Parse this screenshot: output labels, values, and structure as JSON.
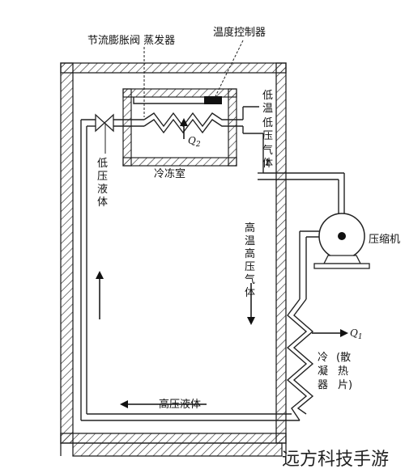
{
  "labels": {
    "throttle_evaporator": "节流膨胀阀 蒸发器",
    "temp_controller": "温度控制器",
    "low_temp_low_pressure_gas": [
      "低",
      "温",
      "低",
      "压",
      "气",
      "体"
    ],
    "low_pressure_liquid": [
      "低",
      "压",
      "液",
      "体"
    ],
    "q2": "Q",
    "q2_sub": "2",
    "freezer": "冷冻室",
    "high_temp_high_pressure_gas": [
      "高",
      "温",
      "高",
      "压",
      "气",
      "体"
    ],
    "compressor": "压缩机",
    "q1": "Q",
    "q1_sub": "1",
    "heat_dissipation": [
      "(散",
      "热",
      "片)"
    ],
    "condenser": [
      "冷",
      "凝",
      "器"
    ],
    "high_pressure_liquid": "高压液体"
  },
  "watermark": "远方科技手游"
}
